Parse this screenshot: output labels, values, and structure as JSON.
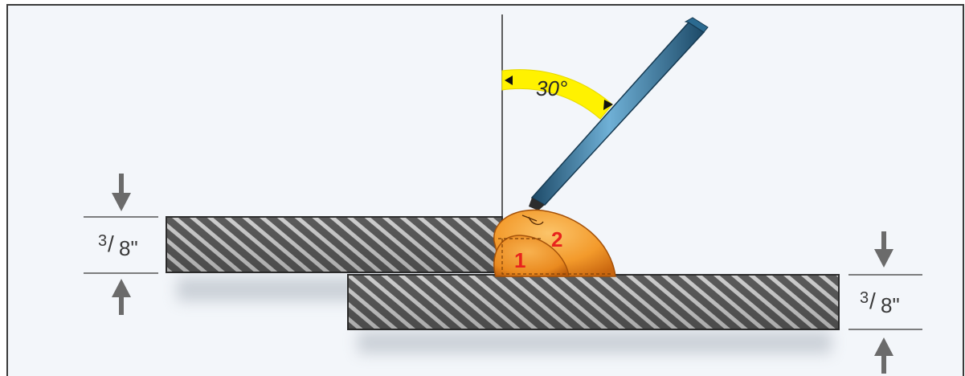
{
  "angle": {
    "label": "30°",
    "degrees": 30
  },
  "top_plate": {
    "thickness_label": "3/8\"",
    "thickness_num": "3",
    "thickness_den": "8\""
  },
  "bottom_plate": {
    "thickness_label": "3/8\"",
    "thickness_num": "3",
    "thickness_den": "8\""
  },
  "weld_passes": [
    {
      "label": "1"
    },
    {
      "label": "2"
    }
  ],
  "colors": {
    "background": "#f3f6fa",
    "frame": "#3a3a3a",
    "plate_fill": "#5b5b5b",
    "plate_stripe": "#c9c9c9",
    "angle_arc": "#fff200",
    "electrode": "#3f7fa8",
    "electrode_dark": "#1d4a68",
    "weld_bead": "#f39a2b",
    "weld_bead_dark": "#c9660f",
    "pass_label": "#e8231c",
    "dimension_arrow": "#6b6b6b"
  }
}
